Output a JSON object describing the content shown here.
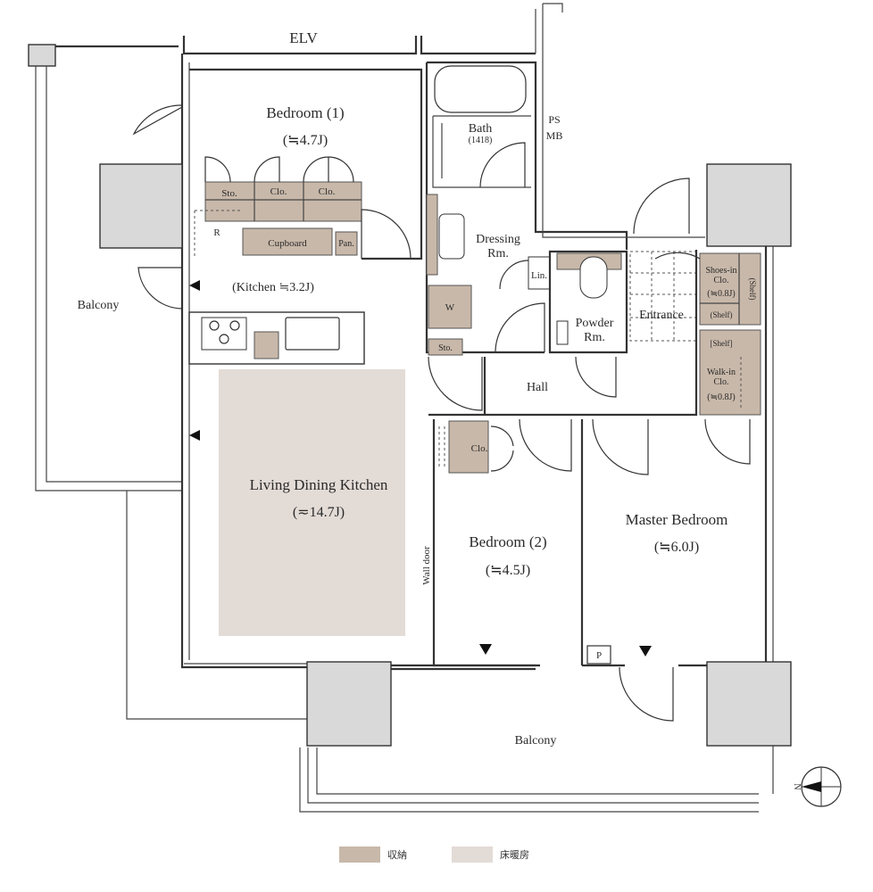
{
  "labels": {
    "elv": "ELV",
    "bedroom1": "Bedroom (1)",
    "bedroom1_size": "(≒4.7J)",
    "bath": "Bath",
    "bath_size": "(1418)",
    "ps": "PS",
    "mb": "MB",
    "sto1": "Sto.",
    "clo1": "Clo.",
    "clo2": "Clo.",
    "r": "R",
    "cupboard": "Cupboard",
    "pan": "Pan.",
    "dressing": "Dressing",
    "dressing_rm": "Rm.",
    "lin": "Lin.",
    "w": "W",
    "sto2": "Sto.",
    "kitchen": "(Kitchen ≒3.2J)",
    "balcony_west": "Balcony",
    "powder": "Powder",
    "powder_rm": "Rm.",
    "entrance": "Entrance",
    "shoes_in": "Shoes-in",
    "shoes_clo": "Clo.",
    "shoes_size": "(≒0.8J)",
    "shelf1": "(Shelf)",
    "shelf2": "(Shelf)",
    "shelf3": "[Shelf]",
    "walkin": "Walk-in",
    "walkin_clo": "Clo.",
    "walkin_size": "(≒0.8J)",
    "hall": "Hall",
    "clo3": "Clo.",
    "ldk": "Living Dining Kitchen",
    "ldk_size": "(≂14.7J)",
    "wall_door": "Wall door",
    "bedroom2": "Bedroom (2)",
    "bedroom2_size": "(≒4.5J)",
    "master": "Master Bedroom",
    "master_size": "(≒6.0J)",
    "p": "P",
    "balcony_south": "Balcony",
    "north": "N"
  },
  "legend": [
    {
      "label": "収納",
      "color": "#c8b8a9"
    },
    {
      "label": "床暖房",
      "color": "#e3dbd6"
    }
  ]
}
